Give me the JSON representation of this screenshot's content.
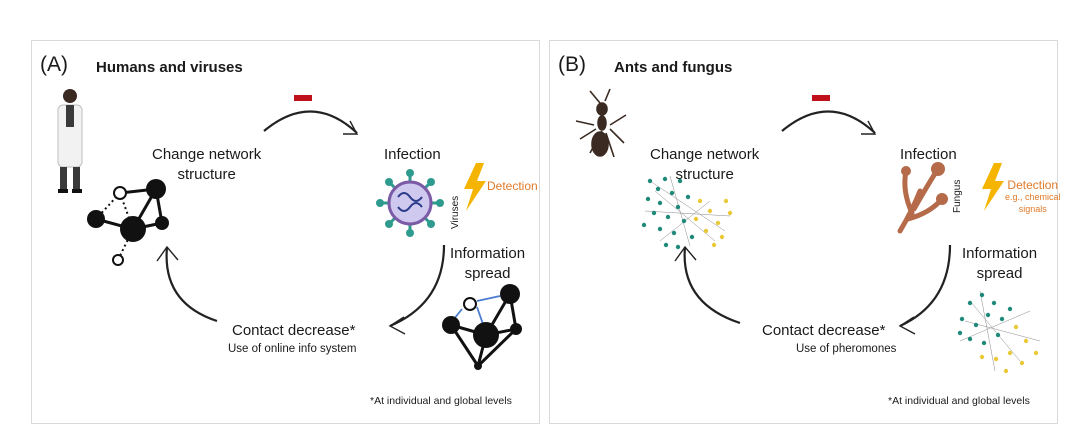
{
  "panel_a": {
    "letter": "(A)",
    "title": "Humans and viruses",
    "change_network_line1": "Change network",
    "change_network_line2": "structure",
    "infection": "Infection",
    "pathogen_label": "Viruses",
    "detection": "Detection",
    "information_line1": "Information",
    "information_line2": "spread",
    "contact_decrease": "Contact decrease*",
    "contact_sub": "Use of online info system",
    "footnote": "*At individual and global levels",
    "colors": {
      "inhibition": "#c0111a",
      "detection": "#e07a2a",
      "network": "#111111",
      "virus": "#2f9a8e"
    }
  },
  "panel_b": {
    "letter": "(B)",
    "title": "Ants and fungus",
    "change_network_line1": "Change network",
    "change_network_line2": "structure",
    "infection": "Infection",
    "pathogen_label": "Fungus",
    "detection": "Detection",
    "detection_sub1": "e.g., chemical",
    "detection_sub2": "signals",
    "information_line1": "Information",
    "information_line2": "spread",
    "contact_decrease": "Contact decrease*",
    "contact_sub": "Use of pheromones",
    "footnote": "*At individual and global levels",
    "colors": {
      "inhibition": "#c0111a",
      "detection": "#e07a2a",
      "fungus": "#b56a4a",
      "teal_node": "#1f8a7a",
      "yellow_node": "#e8c93a"
    }
  }
}
